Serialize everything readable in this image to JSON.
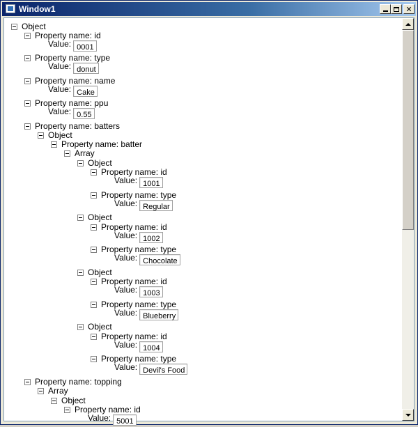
{
  "window": {
    "title": "Window1"
  },
  "tree": {
    "root_label": "Object",
    "id": {
      "label": "Property name: id",
      "value_label": "Value:",
      "value": "0001"
    },
    "type": {
      "label": "Property name: type",
      "value_label": "Value:",
      "value": "donut"
    },
    "name": {
      "label": "Property name: name",
      "value_label": "Value:",
      "value": "Cake"
    },
    "ppu": {
      "label": "Property name: ppu",
      "value_label": "Value:",
      "value": "0.55"
    },
    "batters": {
      "label": "Property name: batters",
      "object_label": "Object",
      "batter_label": "Property name: batter",
      "array_label": "Array",
      "items": [
        {
          "object_label": "Object",
          "id_label": "Property name: id",
          "id_value_label": "Value:",
          "id_value": "1001",
          "type_label": "Property name: type",
          "type_value_label": "Value:",
          "type_value": "Regular"
        },
        {
          "object_label": "Object",
          "id_label": "Property name: id",
          "id_value_label": "Value:",
          "id_value": "1002",
          "type_label": "Property name: type",
          "type_value_label": "Value:",
          "type_value": "Chocolate"
        },
        {
          "object_label": "Object",
          "id_label": "Property name: id",
          "id_value_label": "Value:",
          "id_value": "1003",
          "type_label": "Property name: type",
          "type_value_label": "Value:",
          "type_value": "Blueberry"
        },
        {
          "object_label": "Object",
          "id_label": "Property name: id",
          "id_value_label": "Value:",
          "id_value": "1004",
          "type_label": "Property name: type",
          "type_value_label": "Value:",
          "type_value": "Devil's Food"
        }
      ]
    },
    "topping": {
      "label": "Property name: topping",
      "array_label": "Array",
      "object_label": "Object",
      "id_label": "Property name: id",
      "id_value_label": "Value:",
      "id_value": "5001"
    }
  },
  "scrollbar": {
    "position": 0.0,
    "visible_fraction": 0.52
  },
  "icons": {
    "app": "window-icon",
    "minimize": "minimize-icon",
    "maximize": "maximize-icon",
    "close": "close-icon",
    "expander": "collapse-minus-icon",
    "scroll_up": "arrow-up-icon",
    "scroll_down": "arrow-down-icon"
  }
}
